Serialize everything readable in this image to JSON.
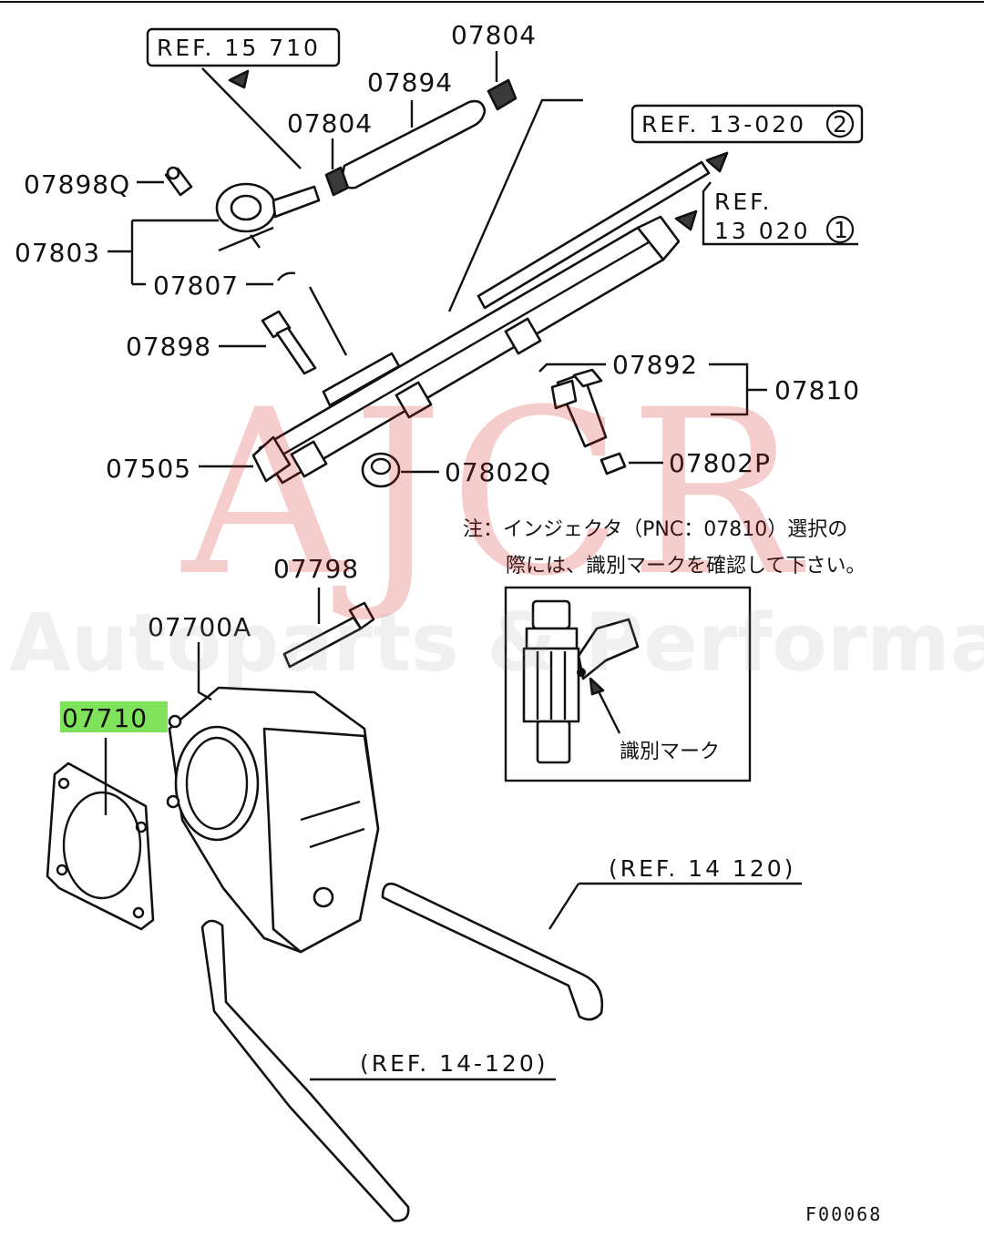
{
  "labels": {
    "p07804_top": "07804",
    "p07894": "07894",
    "p07804_mid": "07804",
    "p07898q": "07898Q",
    "p07803": "07803",
    "p07807": "07807",
    "p07898": "07898",
    "p07892": "07892",
    "p07810": "07810",
    "p07505": "07505",
    "p07802q": "07802Q",
    "p07802p": "07802P",
    "p07798": "07798",
    "p07700a": "07700A",
    "p07710": "07710"
  },
  "refs": {
    "ref_15_710": "REF. 15 710",
    "ref_13_020_2": "REF. 13-020",
    "ref_13_020_2_circle": "2",
    "ref_13_020_1_line1": "REF.",
    "ref_13_020_1_line2": "13 020",
    "ref_13_020_1_circle": "1",
    "ref_14_120_a": "(REF. 14 120)",
    "ref_14_120_b": "(REF. 14-120)"
  },
  "note": {
    "line1": "注：インジェクタ（PNC：07810）選択の",
    "line2": "際には、識別マークを確認して下さい。",
    "inset_label": "識別マーク"
  },
  "watermark": {
    "brand": "AJCR",
    "tagline": "Autoparts & Performance"
  },
  "figure_code": "F00068",
  "highlight_color": "#7ee25a"
}
